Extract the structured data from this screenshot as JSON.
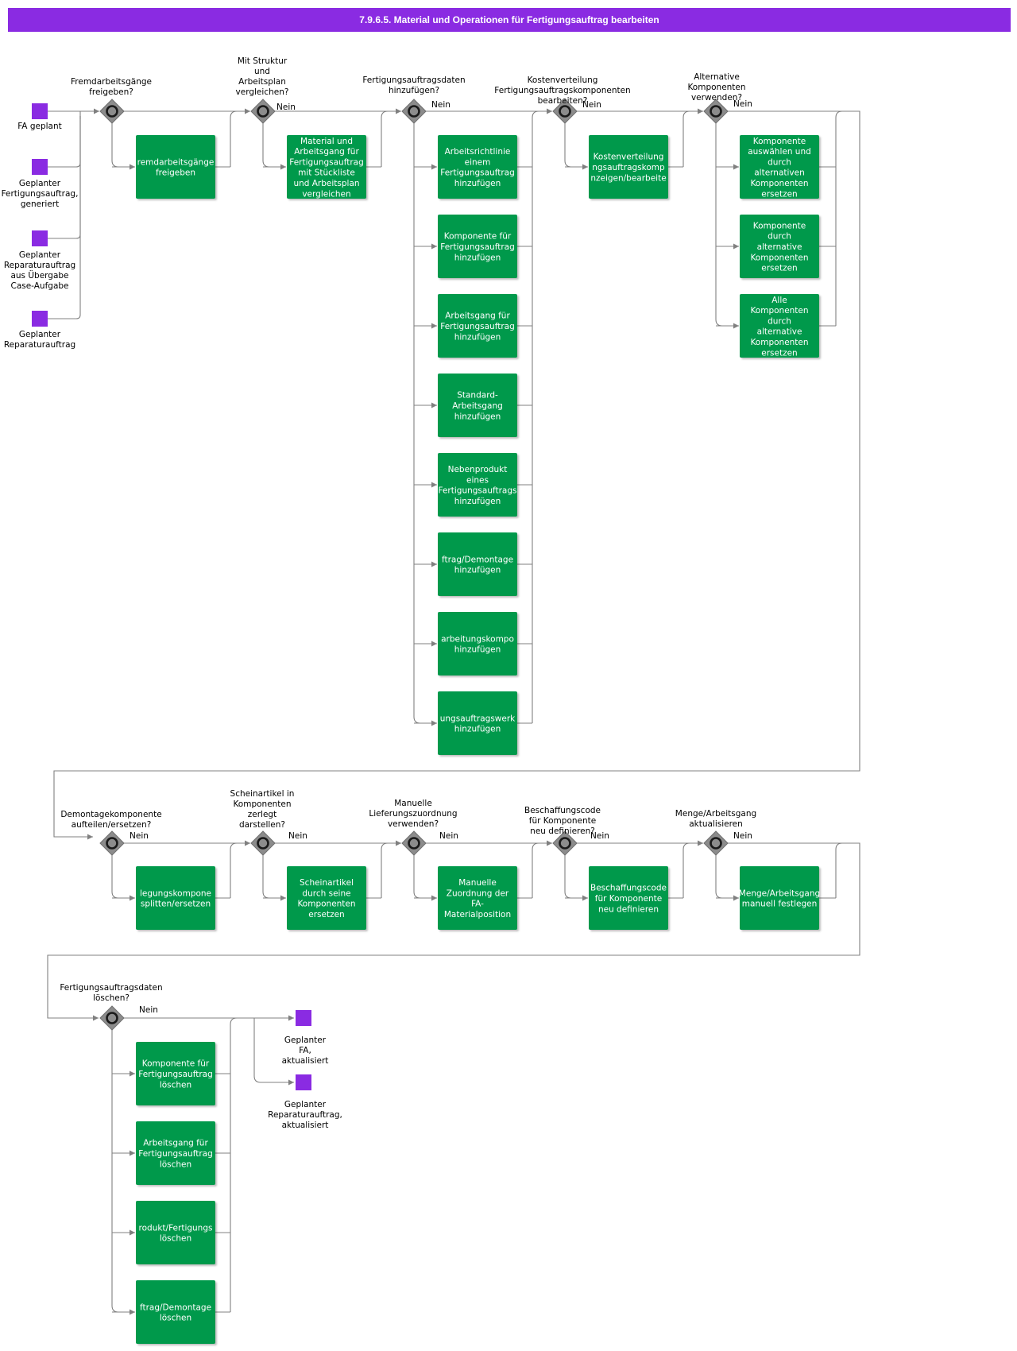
{
  "title": "7.9.6.5. Material und Operationen für Fertigungsauftrag bearbeiten",
  "colors": {
    "header": "#8a2be2",
    "event": "#8a2be2",
    "task": "#00994c",
    "gateway": "#8c8c8c",
    "connector": "#808080"
  },
  "no_label": "Nein",
  "start_events": [
    {
      "label": [
        "FA geplant"
      ]
    },
    {
      "label": [
        "Geplanter",
        "Fertigungsauftrag,",
        "generiert"
      ]
    },
    {
      "label": [
        "Geplanter",
        "Reparaturauftrag",
        "aus Übergabe",
        "Case-Aufgabe"
      ]
    },
    {
      "label": [
        "Geplanter",
        "Reparaturauftrag"
      ]
    }
  ],
  "end_events": [
    {
      "label": [
        "Geplanter",
        "FA,",
        "aktualisiert"
      ]
    },
    {
      "label": [
        "Geplanter",
        "Reparaturauftrag,",
        "aktualisiert"
      ]
    }
  ],
  "gateways": [
    {
      "question": [
        "Fremdarbeitsgänge",
        "freigeben?"
      ],
      "tasks": [
        [
          "remdarbeitsgänge",
          "freigeben"
        ]
      ]
    },
    {
      "question": [
        "Mit Struktur",
        "und",
        "Arbeitsplan",
        "vergleichen?"
      ],
      "tasks": [
        [
          "Material und",
          "Arbeitsgang für",
          "Fertigungsauftrag",
          "mit Stückliste",
          "und Arbeitsplan",
          "vergleichen"
        ]
      ]
    },
    {
      "question": [
        "Fertigungsauftragsdaten",
        "hinzufügen?"
      ],
      "tasks": [
        [
          "Arbeitsrichtlinie",
          "einem",
          "Fertigungsauftrag",
          "hinzufügen"
        ],
        [
          "Komponente für",
          "Fertigungsauftrag",
          "hinzufügen"
        ],
        [
          "Arbeitsgang für",
          "Fertigungsauftrag",
          "hinzufügen"
        ],
        [
          "Standard-",
          "Arbeitsgang",
          "hinzufügen"
        ],
        [
          "Nebenprodukt",
          "eines",
          "Fertigungsauftrags",
          "hinzufügen"
        ],
        [
          "ftrag/Demontage",
          "hinzufügen"
        ],
        [
          "arbeitungskompo",
          "hinzufügen"
        ],
        [
          "ungsauftragswerk",
          "hinzufügen"
        ]
      ]
    },
    {
      "question": [
        "Kostenverteilung",
        "Fertigungsauftragskomponenten",
        "bearbeiten?"
      ],
      "tasks": [
        [
          "Kostenverteilung",
          "ngsauftragskomp",
          "nzeigen/bearbeite"
        ]
      ]
    },
    {
      "question": [
        "Alternative",
        "Komponenten",
        "verwenden?"
      ],
      "tasks": [
        [
          "Komponente",
          "auswählen und",
          "durch",
          "alternativen",
          "Komponenten",
          "ersetzen"
        ],
        [
          "Komponente",
          "durch",
          "alternative",
          "Komponenten",
          "ersetzen"
        ],
        [
          "Alle",
          "Komponenten",
          "durch",
          "alternative",
          "Komponenten",
          "ersetzen"
        ]
      ]
    },
    {
      "question": [
        "Demontagekomponente",
        "aufteilen/ersetzen?"
      ],
      "tasks": [
        [
          "legungskompone",
          "splitten/ersetzen"
        ]
      ]
    },
    {
      "question": [
        "Scheinartikel in",
        "Komponenten",
        "zerlegt",
        "darstellen?"
      ],
      "tasks": [
        [
          "Scheinartikel",
          "durch seine",
          "Komponenten",
          "ersetzen"
        ]
      ]
    },
    {
      "question": [
        "Manuelle",
        "Lieferungszuordnung",
        "verwenden?"
      ],
      "tasks": [
        [
          "Manuelle",
          "Zuordnung der",
          "FA-",
          "Materialposition"
        ]
      ]
    },
    {
      "question": [
        "Beschaffungscode",
        "für Komponente",
        "neu definieren?"
      ],
      "tasks": [
        [
          "Beschaffungscode",
          "für Komponente",
          "neu definieren"
        ]
      ]
    },
    {
      "question": [
        "Menge/Arbeitsgang",
        "aktualisieren"
      ],
      "tasks": [
        [
          "Menge/Arbeitsgang",
          "manuell festlegen"
        ]
      ]
    },
    {
      "question": [
        "Fertigungsauftragsdaten",
        "löschen?"
      ],
      "tasks": [
        [
          "Komponente für",
          "Fertigungsauftrag",
          "löschen"
        ],
        [
          "Arbeitsgang für",
          "Fertigungsauftrag",
          "löschen"
        ],
        [
          "rodukt/Fertigungs",
          "löschen"
        ],
        [
          "ftrag/Demontage",
          "löschen"
        ]
      ]
    }
  ]
}
